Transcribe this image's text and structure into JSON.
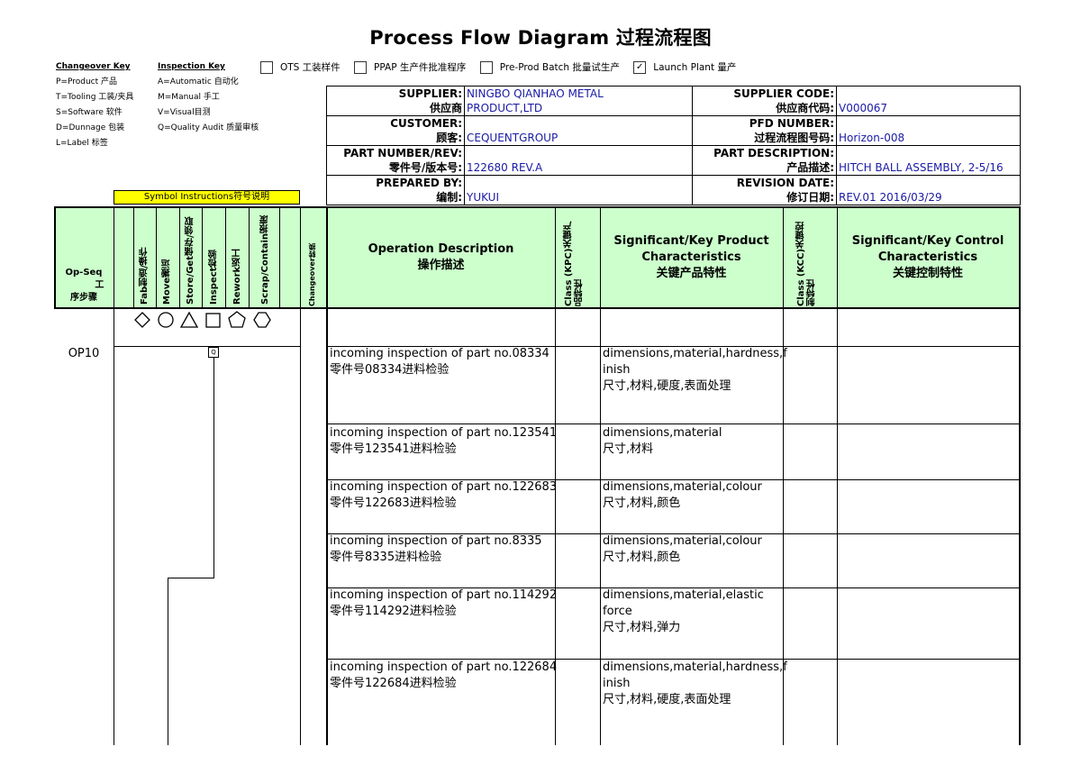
{
  "title": "Process Flow Diagram 过程流程图",
  "legend": {
    "changeover_title": "Changeover Key",
    "changeover": [
      "P=Product 产品",
      "T=Tooling 工装/夹具",
      "S=Software 软件",
      "D=Dunnage 包装",
      "L=Label 标签"
    ],
    "inspection_title": "Inspection Key",
    "inspection": [
      "A=Automatic 自动化",
      "M=Manual 手工",
      "V=Visual目测",
      "Q=Quality Audit 质量审核"
    ]
  },
  "stages": [
    {
      "label": "OTS 工装样件",
      "checked": false
    },
    {
      "label": "PPAP 生产件批准程序",
      "checked": false
    },
    {
      "label": "Pre-Prod Batch 批量试生产",
      "checked": false
    },
    {
      "label": "Launch Plant 量产",
      "checked": true
    }
  ],
  "header": {
    "supplier_label": "SUPPLIER:",
    "supplier_label_cn": "供应商",
    "supplier_v1": "NINGBO QIANHAO METAL",
    "supplier_v2": "PRODUCT,LTD",
    "supplier_code_label": "SUPPLIER CODE:",
    "supplier_code_label_cn": "供应商代码:",
    "supplier_code": "V000067",
    "customer_label": "CUSTOMER:",
    "customer_label_cn": "顾客:",
    "customer": "CEQUENTGROUP",
    "pfd_label": "PFD NUMBER:",
    "pfd_label_cn": "过程流程图号码:",
    "pfd": "Horizon-008",
    "part_label": "PART NUMBER/REV:",
    "part_label_cn": "零件号/版本号:",
    "part": "122680 REV.A",
    "desc_label": "PART DESCRIPTION:",
    "desc_label_cn": "产品描述:",
    "desc": "HITCH BALL ASSEMBLY, 2-5/16",
    "prep_label": "PREPARED BY:",
    "prep_label_cn": "编制:",
    "prep": "YUKUI",
    "rev_label": "REVISION DATE:",
    "rev_label_cn": "修订日期:",
    "rev": "REV.01 2016/03/29"
  },
  "symbol_instructions": "Symbol Instructions符号说明",
  "columns": {
    "opseq": "Op-Seq",
    "opseq_cn_a": "工",
    "opseq_cn_b": "序步骤",
    "fab": "Fab制造/操作",
    "move": "Move搬运",
    "store": "Store/Get储存/领取",
    "inspect": "Inspect检验",
    "rework": "Rework返工",
    "scrap": "Scrap/Contain报废",
    "changeover": "Changeover转换",
    "op_desc": "Operation Description",
    "op_desc_cn": "操作描述",
    "kpc": "Class (KPC)关键产品特性",
    "product_char_1": "Significant/Key Product",
    "product_char_2": "Characteristics",
    "product_char_cn": "关键产品特性",
    "kcc": "Class (KCC)关键控制特性",
    "control_char_1": "Significant/Key Control",
    "control_char_2": "Characteristics",
    "control_char_cn": "关键控制特性"
  },
  "op_seq": "OP10",
  "inspect_mark": "Q",
  "rows": [
    {
      "d1": "incoming inspection of part no.08334",
      "d2": "零件号08334进料检验",
      "c1": "dimensions,material,hardness,f",
      "c2": "inish",
      "c3": "尺寸,材料,硬度,表面处理"
    },
    {
      "d1": "incoming inspection of part no.123541",
      "d2": "零件号123541进料检验",
      "c1": "dimensions,material",
      "c2": "尺寸,材料",
      "c3": ""
    },
    {
      "d1": "incoming inspection of part no.122683",
      "d2": "零件号122683进料检验",
      "c1": "dimensions,material,colour",
      "c2": "尺寸,材料,颜色",
      "c3": ""
    },
    {
      "d1": "incoming inspection of part no.8335",
      "d2": "零件号8335进料检验",
      "c1": "dimensions,material,colour",
      "c2": "尺寸,材料,颜色",
      "c3": ""
    },
    {
      "d1": "incoming inspection of part no.114292",
      "d2": "零件号114292进料检验",
      "c1": "dimensions,material,elastic",
      "c2": "force",
      "c3": "尺寸,材料,弹力"
    },
    {
      "d1": "incoming inspection of part no.122684",
      "d2": "零件号122684进料检验",
      "c1": "dimensions,material,hardness,f",
      "c2": "inish",
      "c3": "尺寸,材料,硬度,表面处理"
    }
  ]
}
